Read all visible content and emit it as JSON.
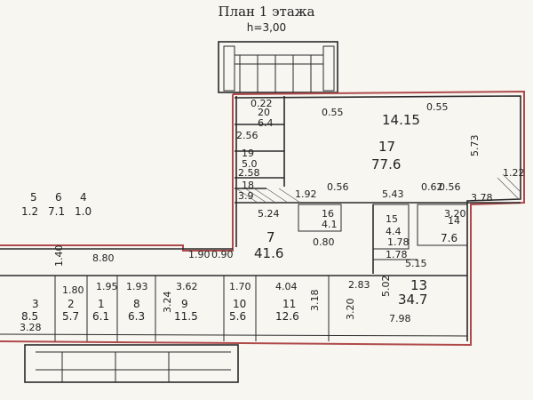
{
  "header": {
    "title": "План 1 этажа",
    "height": "h=3,00"
  },
  "rooms": [
    {
      "id": "r-14",
      "no": "",
      "area": "14.15"
    },
    {
      "id": "r-17",
      "no": "17",
      "area": "77.6"
    },
    {
      "id": "r-20",
      "no": "20",
      "area": "6.4"
    },
    {
      "id": "r-19",
      "no": "19",
      "area": "5.0"
    },
    {
      "id": "r-18",
      "no": "18",
      "area": "3.9"
    },
    {
      "id": "r-5",
      "no": "5",
      "area": "1.2"
    },
    {
      "id": "r-6",
      "no": "6",
      "area": "7.1"
    },
    {
      "id": "r-4",
      "no": "4",
      "area": "1.0"
    },
    {
      "id": "r-7",
      "no": "7",
      "area": "41.6"
    },
    {
      "id": "r-16",
      "no": "16",
      "area": "4.1"
    },
    {
      "id": "r-15",
      "no": "15",
      "area": "4.4"
    },
    {
      "id": "r-14b",
      "no": "14",
      "area": "7.6"
    },
    {
      "id": "r-13",
      "no": "13",
      "area": "34.7"
    },
    {
      "id": "r-3",
      "no": "3",
      "area": "8.5"
    },
    {
      "id": "r-2",
      "no": "2",
      "area": "5.7"
    },
    {
      "id": "r-1",
      "no": "1",
      "area": "6.1"
    },
    {
      "id": "r-8",
      "no": "8",
      "area": "6.3"
    },
    {
      "id": "r-9",
      "no": "9",
      "area": "11.5"
    },
    {
      "id": "r-10",
      "no": "10",
      "area": "5.6"
    },
    {
      "id": "r-11",
      "no": "11",
      "area": "12.6"
    }
  ],
  "dims": [
    "0.55",
    "0.55",
    "5.73",
    "1.22",
    "2.56",
    "2.58",
    "1.92",
    "0.56",
    "5.43",
    "0.62",
    "0.56",
    "3.78",
    "5.24",
    "0.80",
    "1.78",
    "3.20",
    "5.15",
    "1.90",
    "0.90",
    "8.80",
    "1.40",
    "2.83",
    "5.02",
    "3.20",
    "7.98",
    "3.28",
    "1.80",
    "1.95",
    "1.93",
    "3.62",
    "1.70",
    "4.04",
    "3.24",
    "3.18",
    "0.22",
    "1.78"
  ]
}
